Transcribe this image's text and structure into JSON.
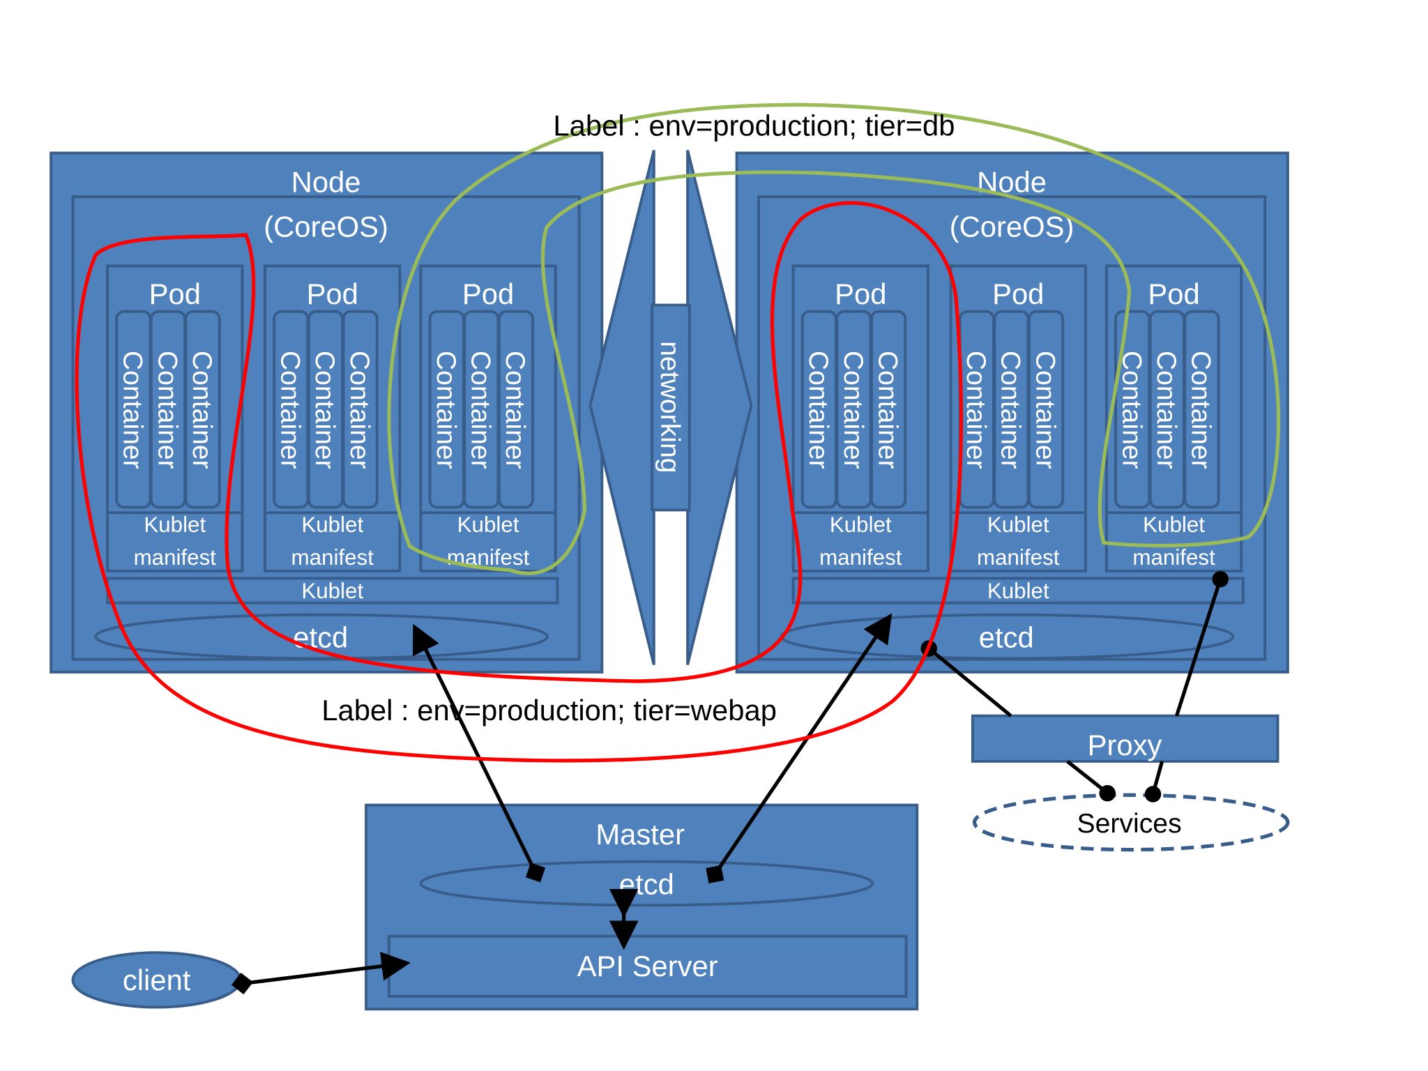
{
  "labels": {
    "db": "Label : env=production; tier=db",
    "webapp": "Label : env=production; tier=webap"
  },
  "networking": "networking",
  "nodes": [
    {
      "title": "Node",
      "subtitle": "(CoreOS)",
      "pods": [
        {
          "title": "Pod",
          "containers": [
            "Container",
            "Container",
            "Container"
          ],
          "kublet": "Kublet",
          "manifest": "manifest"
        },
        {
          "title": "Pod",
          "containers": [
            "Container",
            "Container",
            "Container"
          ],
          "kublet": "Kublet",
          "manifest": "manifest"
        },
        {
          "title": "Pod",
          "containers": [
            "Container",
            "Container",
            "Container"
          ],
          "kublet": "Kublet",
          "manifest": "manifest"
        }
      ],
      "kublet": "Kublet",
      "etcd": "etcd"
    },
    {
      "title": "Node",
      "subtitle": "(CoreOS)",
      "pods": [
        {
          "title": "Pod",
          "containers": [
            "Container",
            "Container",
            "Container"
          ],
          "kublet": "Kublet",
          "manifest": "manifest"
        },
        {
          "title": "Pod",
          "containers": [
            "Container",
            "Container",
            "Container"
          ],
          "kublet": "Kublet",
          "manifest": "manifest"
        },
        {
          "title": "Pod",
          "containers": [
            "Container",
            "Container",
            "Container"
          ],
          "kublet": "Kublet",
          "manifest": "manifest"
        }
      ],
      "kublet": "Kublet",
      "etcd": "etcd"
    }
  ],
  "master": {
    "title": "Master",
    "etcd": "etcd",
    "api_server": "API Server"
  },
  "proxy": "Proxy",
  "services": "Services",
  "client": "client",
  "colors": {
    "box_fill": "#4f81bd",
    "box_stroke": "#385d8a",
    "webapp_label": "#ff0000",
    "db_label": "#9bbb59"
  }
}
